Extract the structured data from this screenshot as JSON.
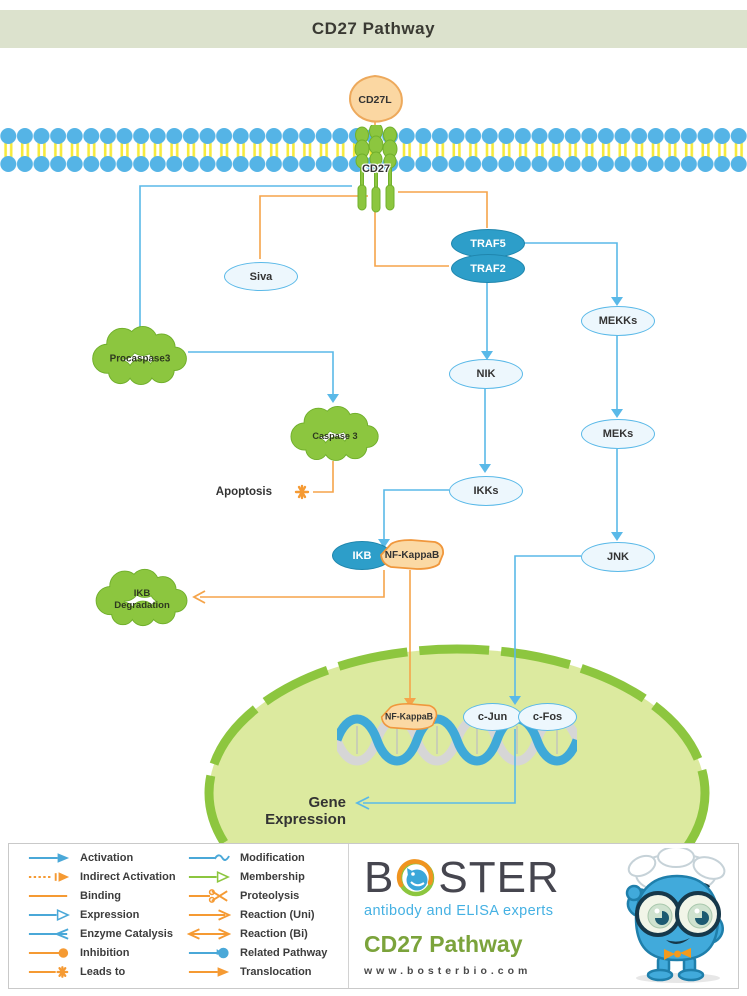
{
  "title_bar": {
    "title": "CD27 Pathway"
  },
  "membrane": {
    "ligand": "CD27L",
    "receptor": "CD27"
  },
  "nodes": {
    "siva": "Siva",
    "traf5": "TRAF5",
    "traf2": "TRAF2",
    "mekks": "MEKKs",
    "meks": "MEKs",
    "jnk": "JNK",
    "nik": "NIK",
    "ikks": "IKKs",
    "procaspase3": "Procaspase3",
    "caspase3": "Caspase 3",
    "apoptosis": "Apoptosis",
    "ikb": "IKB",
    "nfkappab": "NF-KappaB",
    "ikb_degradation_line1": "IKB",
    "ikb_degradation_line2": "Degradation",
    "nfkappab_nuclear": "NF-KappaB",
    "cjun": "c-Jun",
    "cfos": "c-Fos",
    "gene_expression": "Gene Expression"
  },
  "legend": {
    "columns": [
      [
        {
          "label": "Activation",
          "icon": "activation"
        },
        {
          "label": "Indirect Activation",
          "icon": "indirect-activation"
        },
        {
          "label": "Binding",
          "icon": "binding"
        },
        {
          "label": "Expression",
          "icon": "expression"
        },
        {
          "label": "Enzyme Catalysis",
          "icon": "enzyme-catalysis"
        },
        {
          "label": "Inhibition",
          "icon": "inhibition"
        },
        {
          "label": "Leads to",
          "icon": "leads-to"
        }
      ],
      [
        {
          "label": "Modification",
          "icon": "modification"
        },
        {
          "label": "Membership",
          "icon": "membership"
        },
        {
          "label": "Proteolysis",
          "icon": "proteolysis"
        },
        {
          "label": "Reaction (Uni)",
          "icon": "reaction-uni"
        },
        {
          "label": "Reaction (Bi)",
          "icon": "reaction-bi"
        },
        {
          "label": "Related Pathway",
          "icon": "related-pathway"
        },
        {
          "label": "Translocation",
          "icon": "translocation"
        }
      ]
    ]
  },
  "branding": {
    "logo_b": "B",
    "logo_rest": "STER",
    "tagline": "antibody and ELISA experts",
    "pathway_name": "CD27 Pathway",
    "website": "www.bosterbio.com"
  },
  "colors": {
    "title_bar_bg": "#dce2cd",
    "membrane_blue": "#55b4e6",
    "membrane_yellow": "#f6ea3b",
    "activation_blue": "#5ab9e8",
    "orange": "#f5a44a",
    "node_green": "#8cc63f",
    "node_green_stroke": "#6fae2a",
    "solid_oval_blue": "#2d9ec9",
    "light_oval_fill": "#edf7fd",
    "peach_fill": "#fbd7a2",
    "peach_stroke": "#eda95c",
    "nucleus_fill": "#dcea9f",
    "nucleus_stroke": "#8dc63f",
    "dna_blue": "#3fa9d8",
    "dna_gray": "#d6d6d6",
    "brand_blue": "#45b1e3",
    "brand_green": "#7ba33b"
  }
}
